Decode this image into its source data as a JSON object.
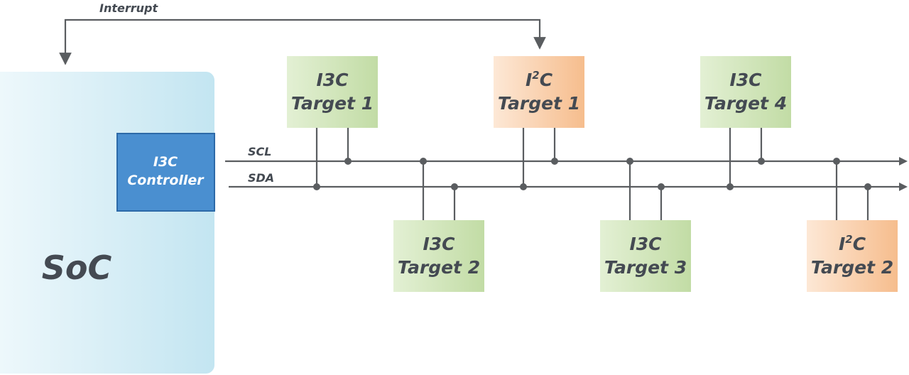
{
  "interrupt_label": "Interrupt",
  "soc": {
    "label": "SoC"
  },
  "controller": {
    "line1": "I3C",
    "line2": "Controller"
  },
  "bus": {
    "scl": "SCL",
    "sda": "SDA"
  },
  "targets": {
    "i3c_target_1": {
      "line1": "I3C",
      "line2": "Target 1"
    },
    "i2c_target_1": {
      "line1_prefix": "I",
      "line1_sup": "2",
      "line1_suffix": "C",
      "line2": "Target 1"
    },
    "i3c_target_4": {
      "line1": "I3C",
      "line2": "Target 4"
    },
    "i3c_target_2": {
      "line1": "I3C",
      "line2": "Target 2"
    },
    "i3c_target_3": {
      "line1": "I3C",
      "line2": "Target 3"
    },
    "i2c_target_2": {
      "line1_prefix": "I",
      "line1_sup": "2",
      "line1_suffix": "C",
      "line2": "Target 2"
    }
  },
  "colors": {
    "soc_fill": "#cbe9f3",
    "controller_fill": "#4a8fd0",
    "controller_border": "#2d6aa8",
    "i3c_fill": "#c9e1ae",
    "i2c_fill": "#f8c59a",
    "wire": "#5a5d60"
  }
}
